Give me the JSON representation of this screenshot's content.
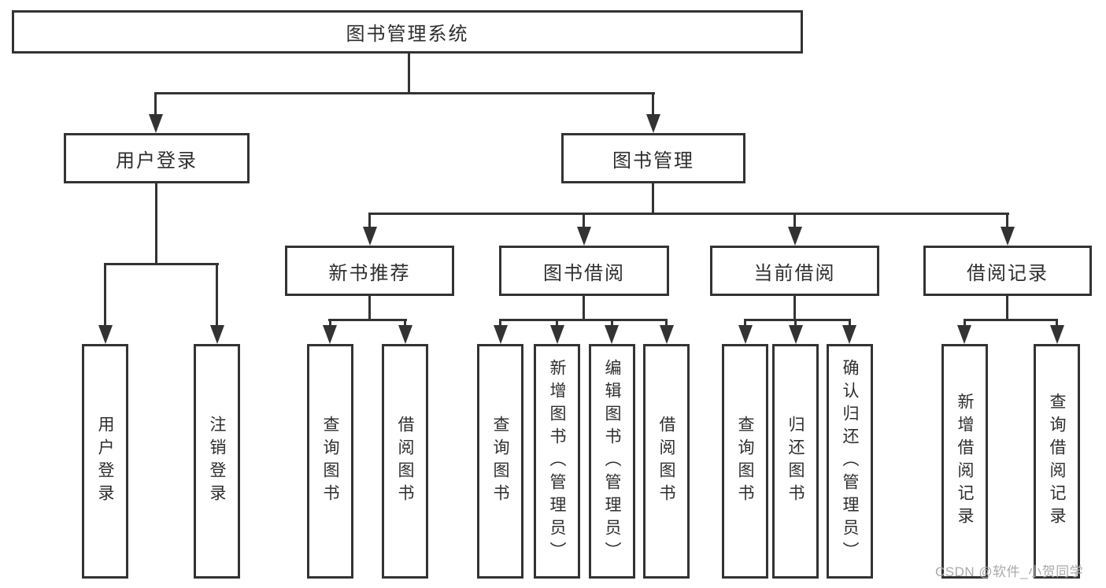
{
  "colors": {
    "line": "#333333",
    "text": "#2e2e2e",
    "box_background": "#ffffff",
    "watermark": "#aaaaaa"
  },
  "watermark": {
    "text": "CSDN @软件_小贺同学"
  },
  "tree": {
    "root": {
      "label": "图书管理系统",
      "children": [
        {
          "label": "用户登录",
          "children": [
            {
              "label": "用户登录"
            },
            {
              "label": "注销登录"
            }
          ]
        },
        {
          "label": "图书管理",
          "children": [
            {
              "label": "新书推荐",
              "children": [
                {
                  "label": "查询图书"
                },
                {
                  "label": "借阅图书"
                }
              ]
            },
            {
              "label": "图书借阅",
              "children": [
                {
                  "label": "查询图书"
                },
                {
                  "label": "新增图书（管理员）"
                },
                {
                  "label": "编辑图书（管理员）"
                },
                {
                  "label": "借阅图书"
                }
              ]
            },
            {
              "label": "当前借阅",
              "children": [
                {
                  "label": "查询图书"
                },
                {
                  "label": "归还图书"
                },
                {
                  "label": "确认归还（管理员）"
                }
              ]
            },
            {
              "label": "借阅记录",
              "children": [
                {
                  "label": "新增借阅记录"
                },
                {
                  "label": "查询借阅记录"
                }
              ]
            }
          ]
        }
      ]
    }
  }
}
